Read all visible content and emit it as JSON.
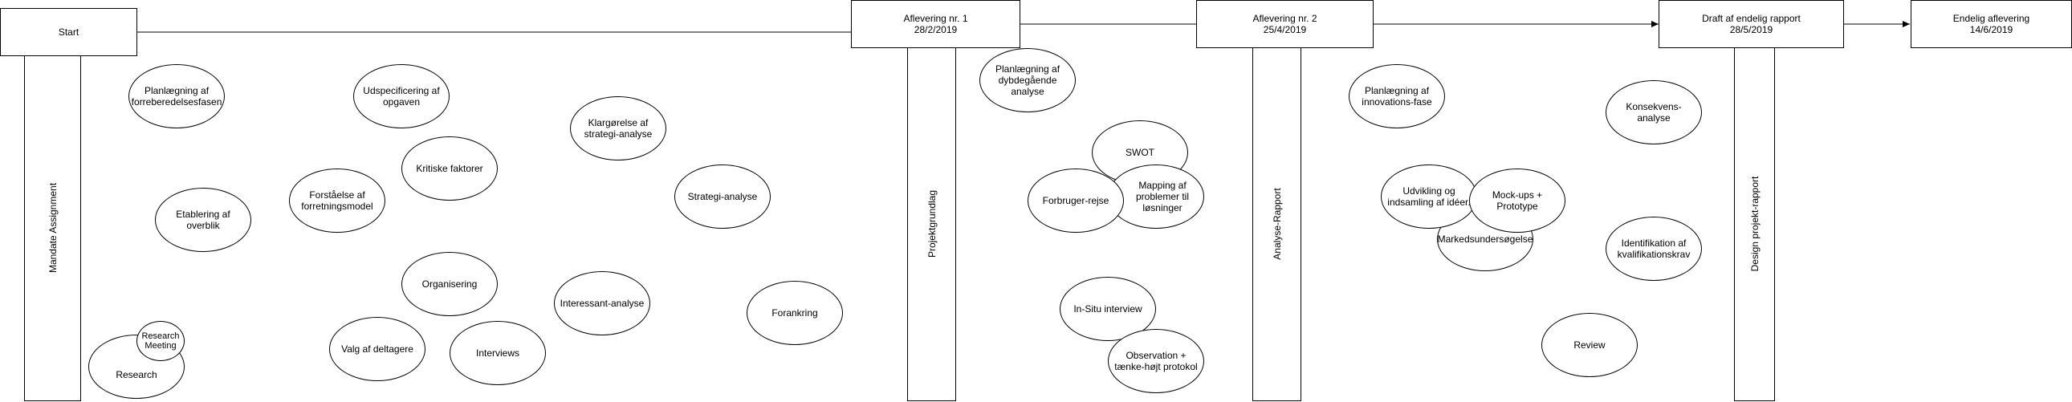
{
  "milestones": {
    "start": "Start",
    "afl1": [
      "Aflevering nr. 1",
      "28/2/2019"
    ],
    "afl2": [
      "Aflevering nr. 2",
      "25/4/2019"
    ],
    "draft": [
      "Draft af endelig rapport",
      "28/5/2019"
    ],
    "final": [
      "Endelig aflevering",
      "14/6/2019"
    ]
  },
  "phases": {
    "mandate": "Mandate Assignment",
    "projekt": "Projektgrundlag",
    "analyse": "Analyse-Rapport",
    "design": "Design projekt-rapport"
  },
  "activities": {
    "planlaegning_forr": "Planlægning af forreberedelsesfasen",
    "udspec": "Udspecificering af opgaven",
    "klargoerelse": "Klargørelse af strategi-analyse",
    "kritiske": "Kritiske faktorer",
    "forstaaelse": "Forståelse af forretningsmodel",
    "strategi": "Strategi-analyse",
    "etablering": "Etablering af overblik",
    "organisering": "Organisering",
    "interessant": "Interessant-analyse",
    "forankring": "Forankring",
    "valg": "Valg af deltagere",
    "interviews": "Interviews",
    "research": "Research",
    "research_meeting": "Research Meeting",
    "planlaegning_dyb": "Planlægning af dybdegående analyse",
    "swot": "SWOT",
    "forbruger": "Forbruger-rejse",
    "mapping": "Mapping af problemer til løsninger",
    "insitu": "In-Situ interview",
    "observation": "Observation + tænke-højt protokol",
    "planlaegning_innov": "Planlægning af innovations-fase",
    "udvikling": "Udvikling og indsamling af idéer.",
    "mockups": "Mock-ups + Prototype",
    "markeds": "Markedsundersøgelse",
    "konsekvens": "Konsekvens-analyse",
    "identifikation": "Identifikation af kvalifikationskrav",
    "review": "Review"
  }
}
